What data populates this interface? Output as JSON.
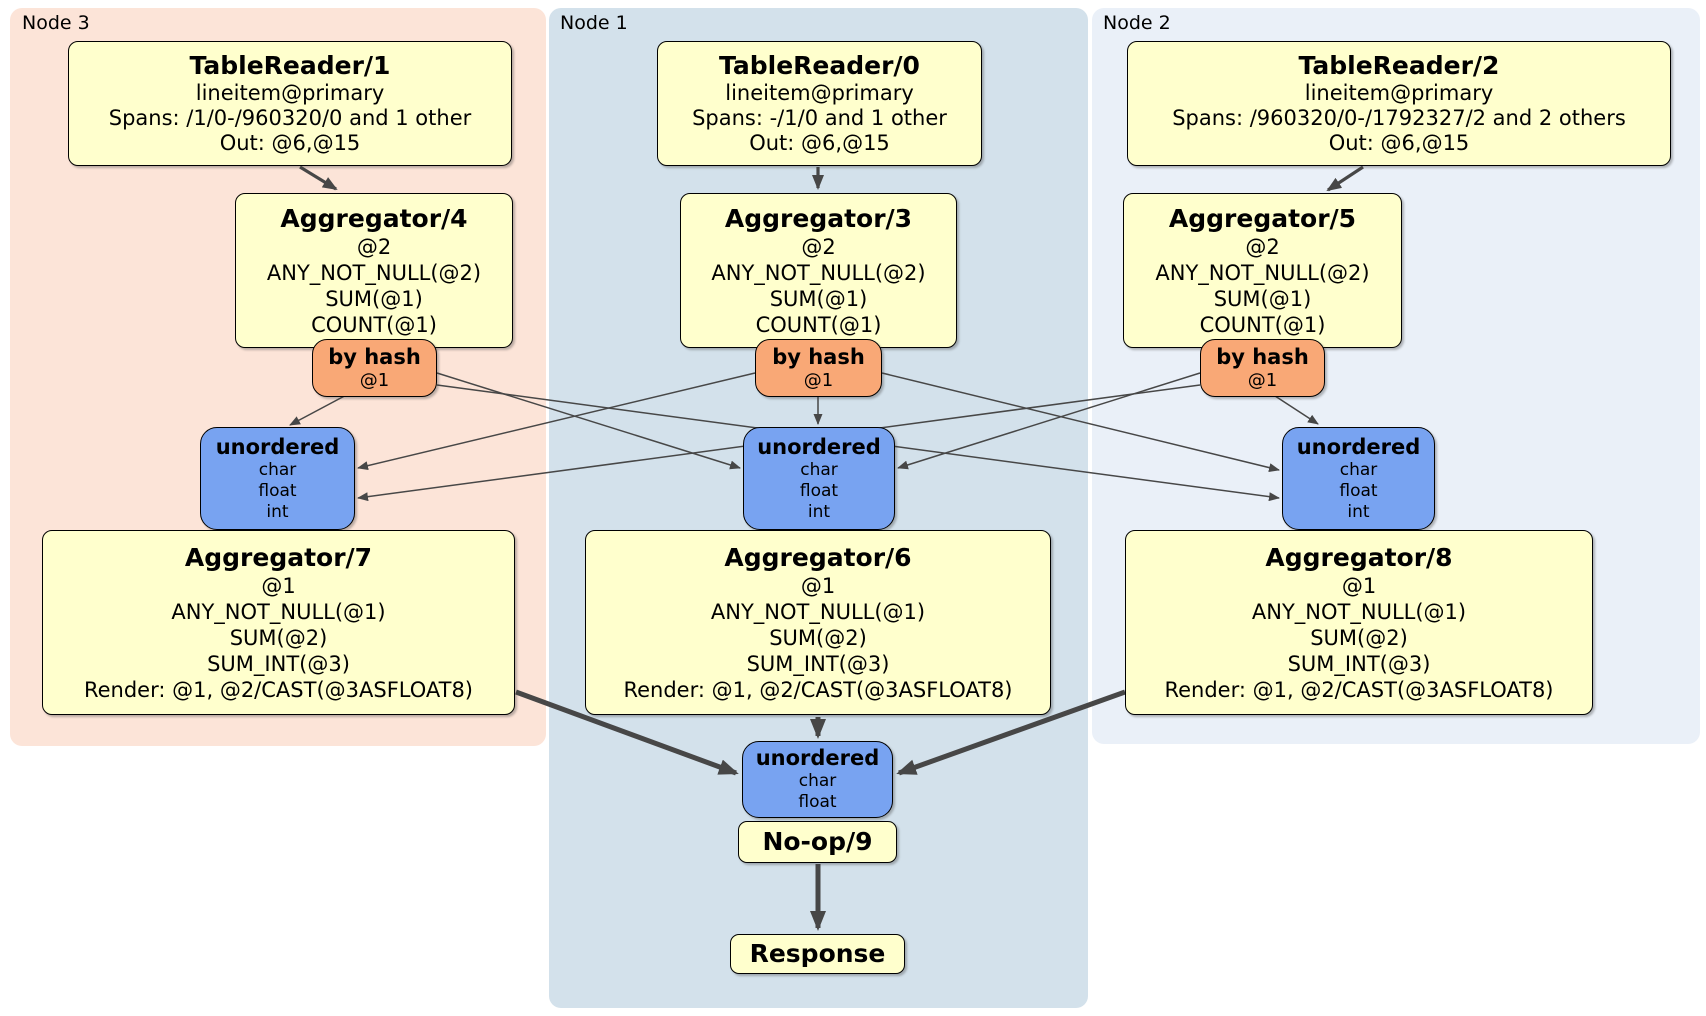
{
  "colors": {
    "node3_bg": "#fce4d8",
    "node1_bg": "#d3e1eb",
    "node2_bg": "#eaf0f8",
    "processor_fill": "#ffffcd",
    "router_fill": "#f9a876",
    "sync_fill": "#78a3f1",
    "edge": "#474747"
  },
  "node3": {
    "label": "Node 3",
    "reader": {
      "title": "TableReader/1",
      "rows": [
        "lineitem@primary",
        "Spans: /1/0-/960320/0 and 1 other",
        "Out: @6,@15"
      ]
    },
    "agg_top": {
      "title": "Aggregator/4",
      "rows": [
        "@2",
        "ANY_NOT_NULL(@2)",
        "SUM(@1)",
        "COUNT(@1)"
      ]
    },
    "router": {
      "title": "by hash",
      "rows": [
        "@1"
      ]
    },
    "sync": {
      "title": "unordered",
      "rows": [
        "char",
        "float",
        "int"
      ]
    },
    "agg_bottom": {
      "title": "Aggregator/7",
      "rows": [
        "@1",
        "ANY_NOT_NULL(@1)",
        "SUM(@2)",
        "SUM_INT(@3)",
        "Render: @1, @2/CAST(@3ASFLOAT8)"
      ]
    }
  },
  "node1": {
    "label": "Node 1",
    "reader": {
      "title": "TableReader/0",
      "rows": [
        "lineitem@primary",
        "Spans: -/1/0 and 1 other",
        "Out: @6,@15"
      ]
    },
    "agg_top": {
      "title": "Aggregator/3",
      "rows": [
        "@2",
        "ANY_NOT_NULL(@2)",
        "SUM(@1)",
        "COUNT(@1)"
      ]
    },
    "router": {
      "title": "by hash",
      "rows": [
        "@1"
      ]
    },
    "sync": {
      "title": "unordered",
      "rows": [
        "char",
        "float",
        "int"
      ]
    },
    "agg_bottom": {
      "title": "Aggregator/6",
      "rows": [
        "@1",
        "ANY_NOT_NULL(@1)",
        "SUM(@2)",
        "SUM_INT(@3)",
        "Render: @1, @2/CAST(@3ASFLOAT8)"
      ]
    },
    "final_sync": {
      "title": "unordered",
      "rows": [
        "char",
        "float"
      ]
    },
    "noop": {
      "title": "No-op/9"
    },
    "response": {
      "title": "Response"
    }
  },
  "node2": {
    "label": "Node 2",
    "reader": {
      "title": "TableReader/2",
      "rows": [
        "lineitem@primary",
        "Spans: /960320/0-/1792327/2 and 2 others",
        "Out: @6,@15"
      ]
    },
    "agg_top": {
      "title": "Aggregator/5",
      "rows": [
        "@2",
        "ANY_NOT_NULL(@2)",
        "SUM(@1)",
        "COUNT(@1)"
      ]
    },
    "router": {
      "title": "by hash",
      "rows": [
        "@1"
      ]
    },
    "sync": {
      "title": "unordered",
      "rows": [
        "char",
        "float",
        "int"
      ]
    },
    "agg_bottom": {
      "title": "Aggregator/8",
      "rows": [
        "@1",
        "ANY_NOT_NULL(@1)",
        "SUM(@2)",
        "SUM_INT(@3)",
        "Render: @1, @2/CAST(@3ASFLOAT8)"
      ]
    }
  }
}
